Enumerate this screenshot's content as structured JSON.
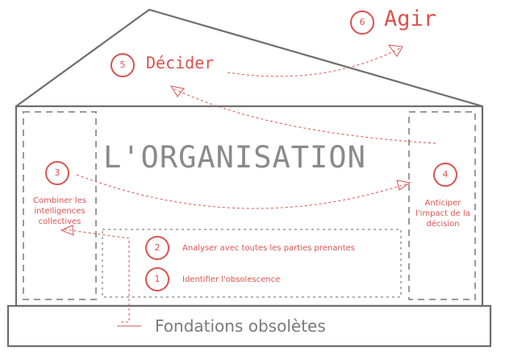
{
  "title": "L'ORGANISATION",
  "foundation": "Fondations obsolètes",
  "steps": [
    {
      "number": "1",
      "label": "Identifier l'obsolescence"
    },
    {
      "number": "2",
      "label": "Analyser avec toutes les parties prenantes"
    },
    {
      "number": "3",
      "label": "Combiner les intelligences collectives"
    },
    {
      "number": "4",
      "label": "Anticiper l'impact de la décision"
    },
    {
      "number": "5",
      "label": "Décider"
    },
    {
      "number": "6",
      "label": "Agir"
    }
  ],
  "colors": {
    "accent": "#d9534f",
    "outline": "#6e6e6e",
    "title": "#8a8a8a",
    "dashed": "#9a9a9a"
  }
}
